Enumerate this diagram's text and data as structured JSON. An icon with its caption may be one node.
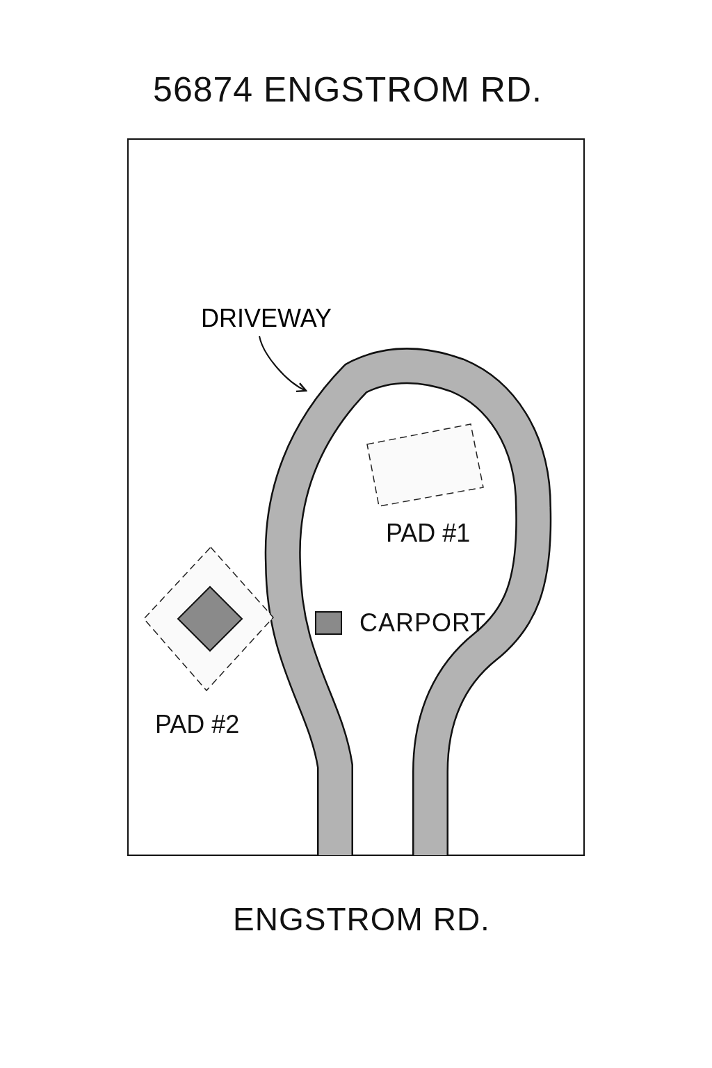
{
  "diagram": {
    "title": "56874 ENGSTROM RD.",
    "nodes": [
      {
        "text": [],
        "shape": "box"
      },
      {
        "text": [
          "DRIVEWAY"
        ],
        "in": 0
      },
      {
        "text": [],
        "shape": "band",
        "in": 0
      },
      {
        "text": [
          "PAD #1"
        ],
        "in": 2
      },
      {
        "text": [
          "PAD #2"
        ],
        "in": 0
      },
      {
        "text": [],
        "shape": "diamond",
        "in": 4
      },
      {
        "text": [
          "CARPORT"
        ],
        "in": 2
      }
    ],
    "edges": [
      {
        "from": 1,
        "to": 2,
        "arrow": "to"
      }
    ],
    "labels": [
      "ENGSTROM RD."
    ]
  }
}
